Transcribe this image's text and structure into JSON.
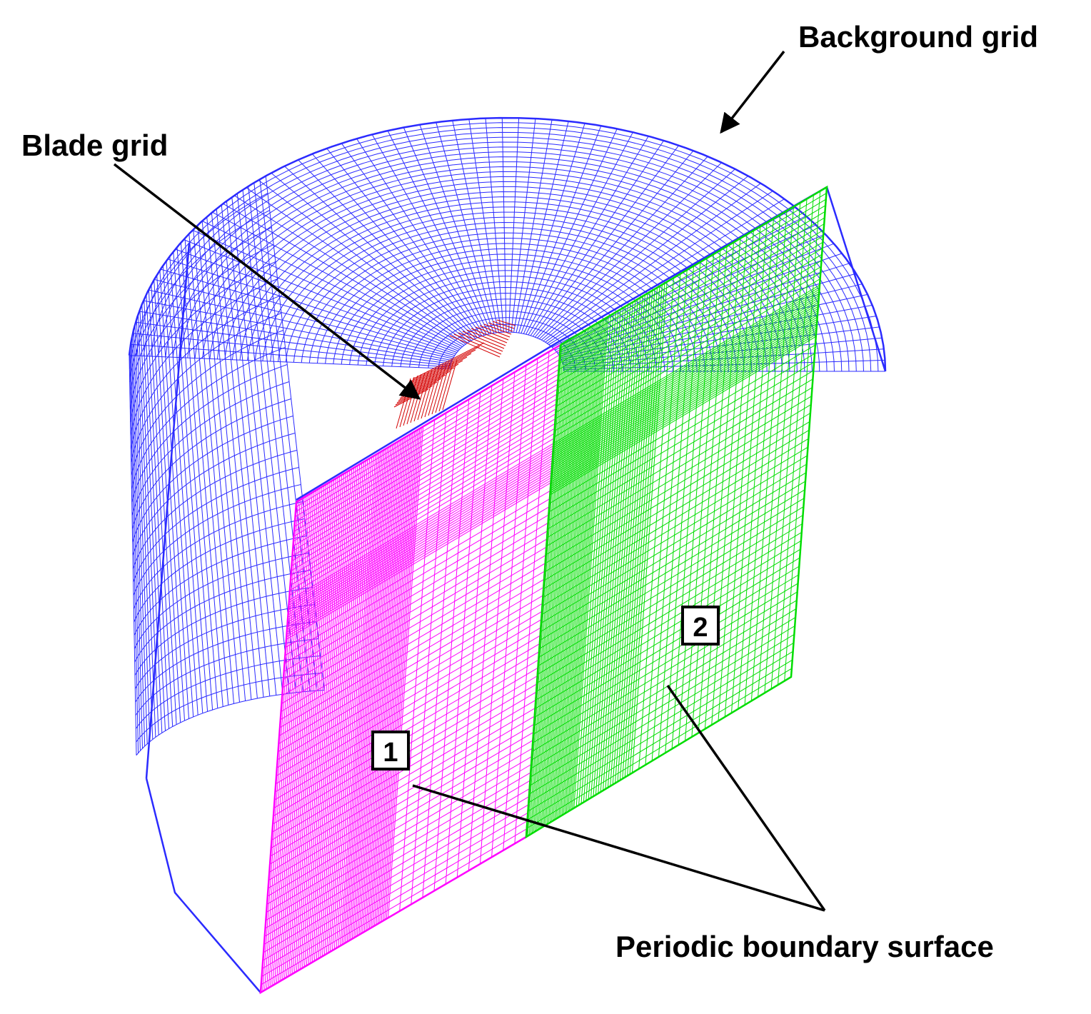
{
  "labels": {
    "background_grid": "Background grid",
    "blade_grid": "Blade grid",
    "periodic_boundary": "Periodic boundary surface",
    "surface_1": "1",
    "surface_2": "2"
  },
  "colors": {
    "background_grid": "#2b2bff",
    "blade_grid": "#d40000",
    "periodic_surface_1": "#ff00ff",
    "periodic_surface_2": "#00dd00",
    "annotation": "#000000"
  }
}
